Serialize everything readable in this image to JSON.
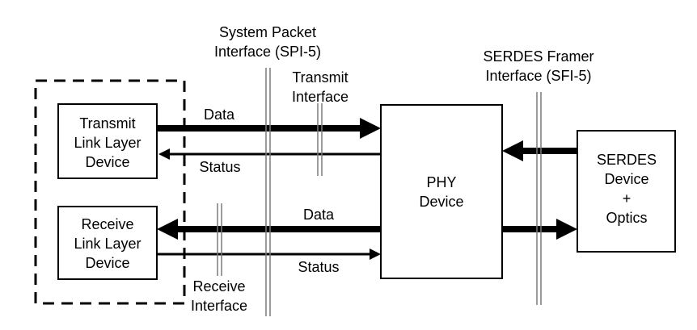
{
  "spi_label": {
    "line1": "System Packet",
    "line2": "Interface (SPI-5)"
  },
  "sfi_label": {
    "line1": "SERDES Framer",
    "line2": "Interface (SFI-5)"
  },
  "transmit_interface": {
    "line1": "Transmit",
    "line2": "Interface"
  },
  "receive_interface": {
    "line1": "Receive",
    "line2": "Interface"
  },
  "transmit_link_layer": {
    "line1": "Transmit",
    "line2": "Link Layer",
    "line3": "Device"
  },
  "receive_link_layer": {
    "line1": "Receive",
    "line2": "Link Layer",
    "line3": "Device"
  },
  "phy_device": {
    "line1": "PHY",
    "line2": "Device"
  },
  "serdes_device": {
    "line1": "SERDES",
    "line2": "Device",
    "line3": "+",
    "line4": "Optics"
  },
  "signals": {
    "tx_data": "Data",
    "tx_status": "Status",
    "rx_data": "Data",
    "rx_status": "Status"
  }
}
